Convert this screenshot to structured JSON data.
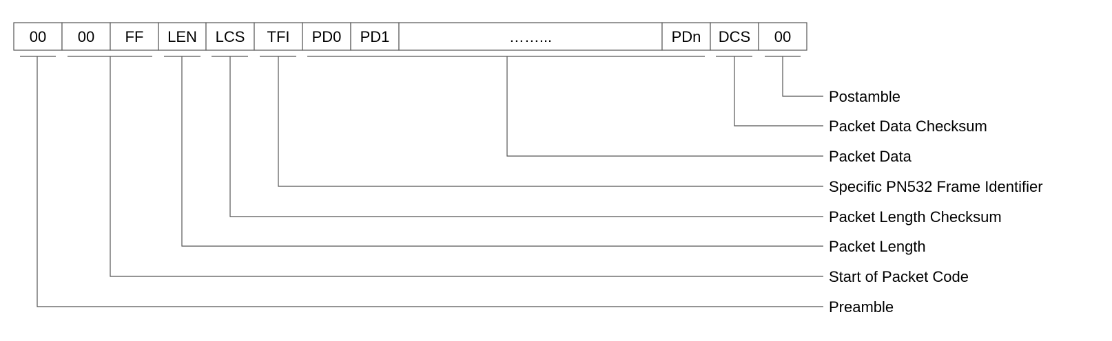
{
  "frame": {
    "cells": [
      {
        "id": "pre1",
        "text": "00"
      },
      {
        "id": "pre2",
        "text": "00"
      },
      {
        "id": "ff",
        "text": "FF"
      },
      {
        "id": "len",
        "text": "LEN"
      },
      {
        "id": "lcs",
        "text": "LCS"
      },
      {
        "id": "tfi",
        "text": "TFI"
      },
      {
        "id": "pd0",
        "text": "PD0"
      },
      {
        "id": "pd1",
        "text": "PD1"
      },
      {
        "id": "dots",
        "text": "……..."
      },
      {
        "id": "pdn",
        "text": "PDn"
      },
      {
        "id": "dcs",
        "text": "DCS"
      },
      {
        "id": "post",
        "text": "00"
      }
    ]
  },
  "legend": [
    {
      "id": "postamble",
      "label": "Postamble"
    },
    {
      "id": "packet-data-checksum",
      "label": "Packet Data Checksum"
    },
    {
      "id": "packet-data",
      "label": "Packet Data"
    },
    {
      "id": "frame-identifier",
      "label": "Specific PN532 Frame Identifier"
    },
    {
      "id": "packet-length-checksum",
      "label": "Packet Length Checksum"
    },
    {
      "id": "packet-length",
      "label": "Packet Length"
    },
    {
      "id": "start-code",
      "label": "Start of Packet Code"
    },
    {
      "id": "preamble",
      "label": "Preamble"
    }
  ]
}
